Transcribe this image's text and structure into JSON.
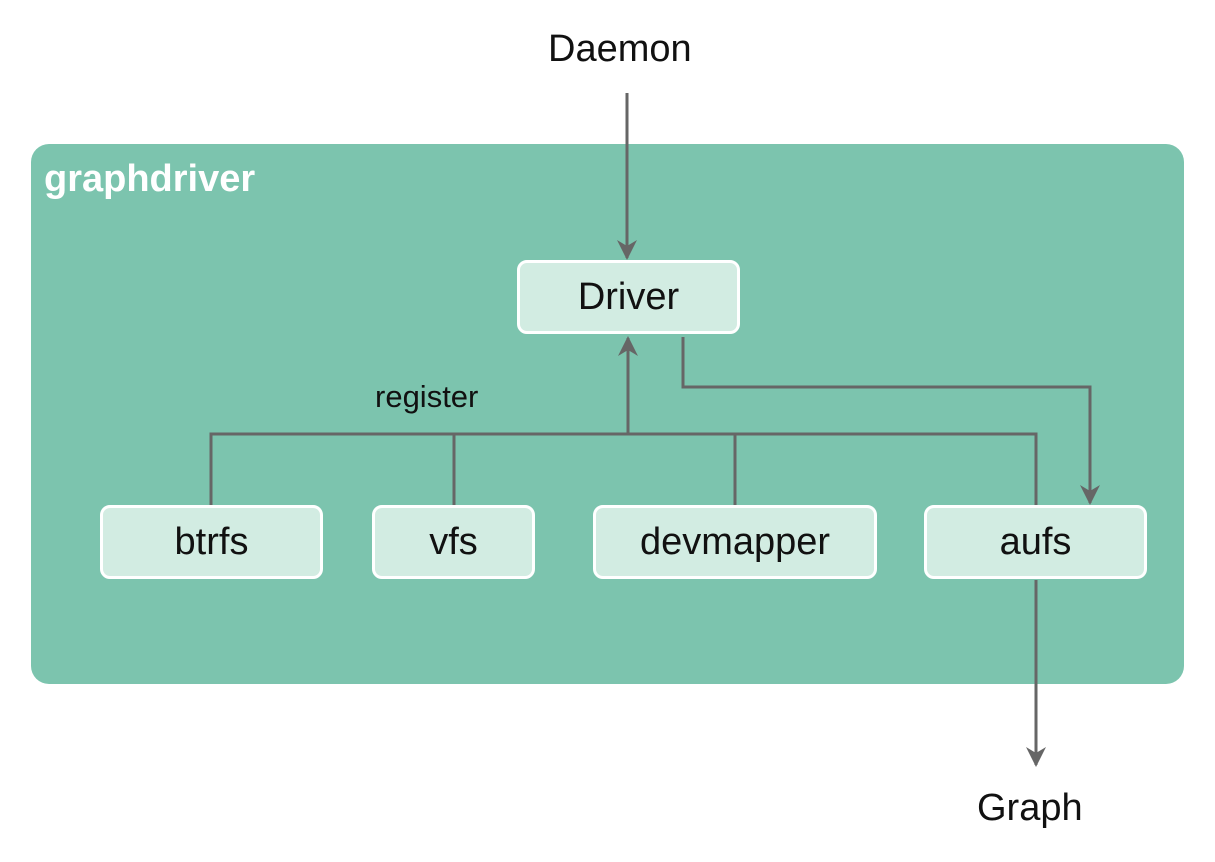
{
  "external": {
    "top_label": "Daemon",
    "bottom_label": "Graph"
  },
  "container": {
    "title": "graphdriver"
  },
  "nodes": {
    "driver": "Driver",
    "btrfs": "btrfs",
    "vfs": "vfs",
    "devmapper": "devmapper",
    "aufs": "aufs"
  },
  "edges": {
    "register_label": "register"
  },
  "colors": {
    "container_fill": "#7cc4ae",
    "node_fill": "#d2ece2",
    "node_border": "#ffffff",
    "connector": "#666666",
    "title_text": "#ffffff"
  }
}
